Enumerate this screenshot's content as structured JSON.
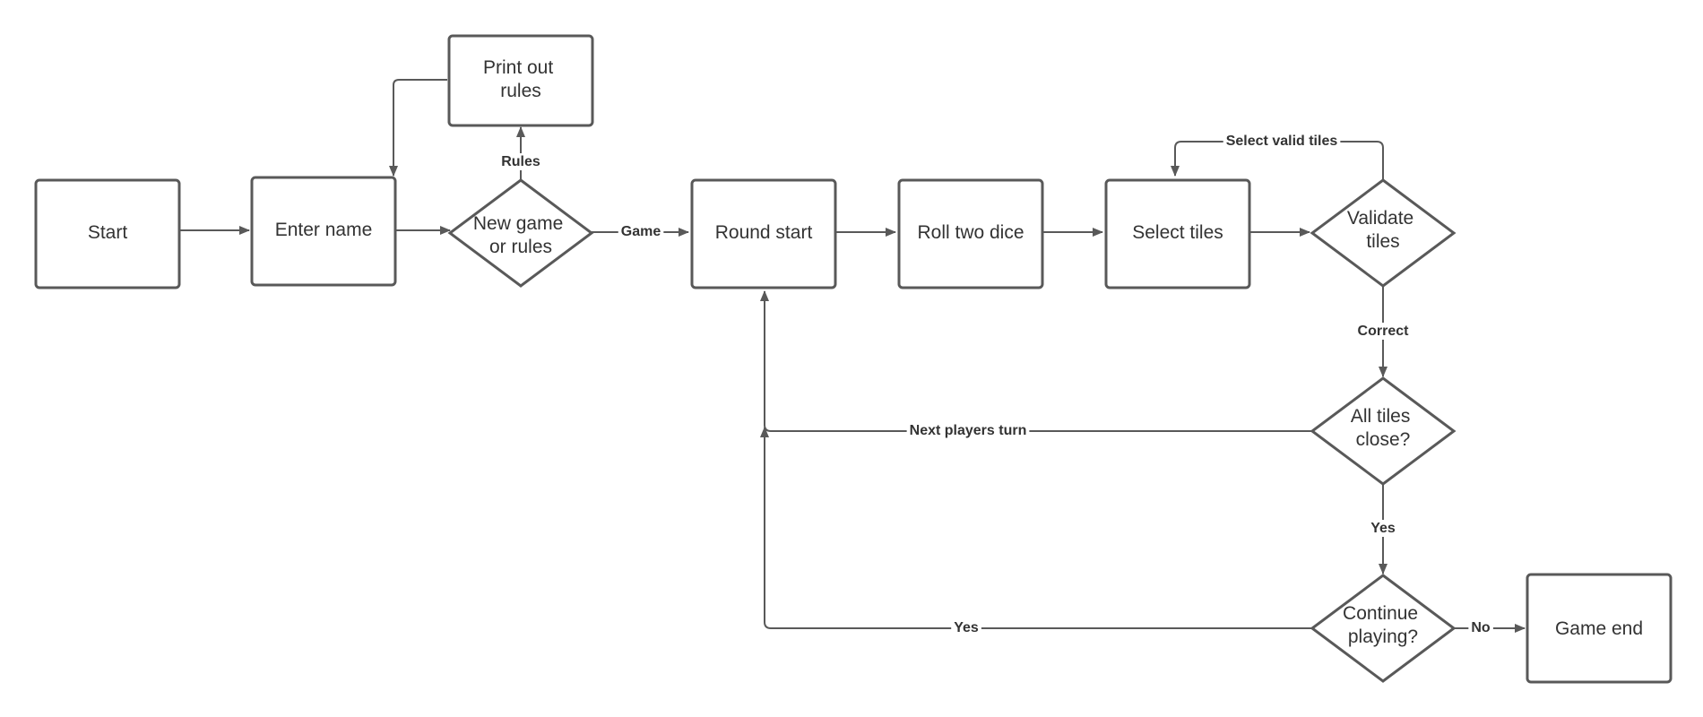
{
  "colors": {
    "stroke": "#595959",
    "text": "#333333",
    "background": "#ffffff"
  },
  "nodes": {
    "start": {
      "lines": [
        "Start"
      ]
    },
    "enter_name": {
      "lines": [
        "Enter name"
      ]
    },
    "print_rules": {
      "lines": [
        "Print out",
        "rules"
      ]
    },
    "new_game": {
      "lines": [
        "New game",
        "or rules"
      ]
    },
    "round_start": {
      "lines": [
        "Round start"
      ]
    },
    "roll_dice": {
      "lines": [
        "Roll two dice"
      ]
    },
    "select_tiles": {
      "lines": [
        "Select tiles"
      ]
    },
    "validate": {
      "lines": [
        "Validate",
        "tiles"
      ]
    },
    "all_close": {
      "lines": [
        "All tiles",
        "close?"
      ]
    },
    "continue": {
      "lines": [
        "Continue",
        "playing?"
      ]
    },
    "game_end": {
      "lines": [
        "Game end"
      ]
    }
  },
  "edge_labels": {
    "rules": "Rules",
    "game": "Game",
    "select_valid": "Select valid tiles",
    "correct": "Correct",
    "next_turn": "Next players turn",
    "yes_all_close": "Yes",
    "yes_continue": "Yes",
    "no": "No"
  }
}
